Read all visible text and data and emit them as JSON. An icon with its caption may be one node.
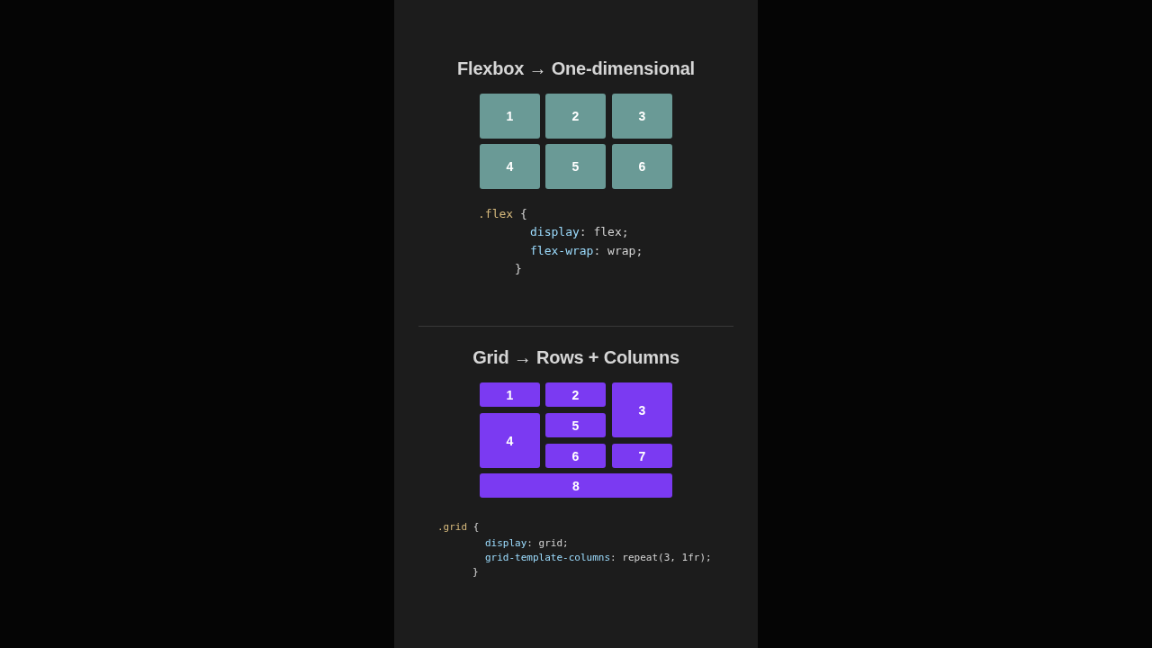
{
  "diagram": {
    "nodes": [
      {
        "text": [
          "1"
        ]
      },
      {
        "text": [
          "2"
        ]
      },
      {
        "text": [
          "3"
        ]
      },
      {
        "text": [
          "4"
        ]
      },
      {
        "text": [
          "5"
        ]
      },
      {
        "text": [
          "6"
        ]
      },
      {
        "text": [
          "1"
        ]
      },
      {
        "text": [
          "2"
        ]
      },
      {
        "text": [
          "3"
        ]
      },
      {
        "text": [
          "4"
        ]
      },
      {
        "text": [
          "5"
        ]
      },
      {
        "text": [
          "6"
        ]
      },
      {
        "text": [
          "7"
        ]
      },
      {
        "text": [
          "8"
        ]
      }
    ],
    "labels": [
      "Flexbox → One-dimensional",
      ".flex {",
      "display: flex;",
      "flex-wrap: wrap;",
      "}",
      "Grid → Rows + Columns",
      ".grid {",
      "display: grid;",
      "grid-template-columns: repeat(3, 1fr);",
      "}"
    ]
  }
}
